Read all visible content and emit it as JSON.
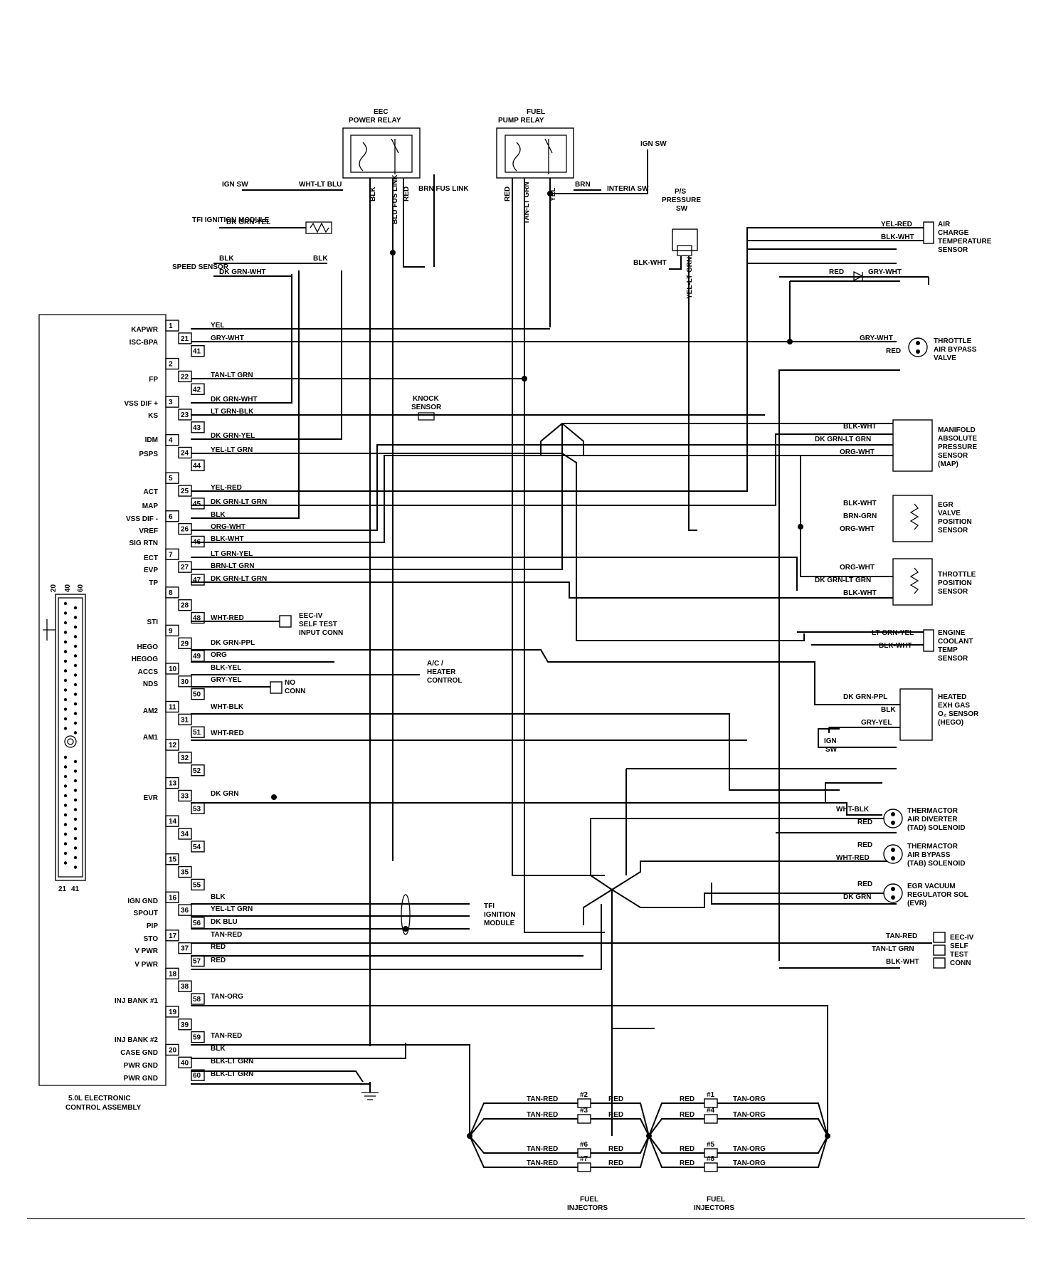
{
  "ecu": {
    "title_line1": "5.0L ELECTRONIC",
    "title_line2": "CONTROL ASSEMBLY",
    "signals": [
      "KAPWR",
      "ISC-BPA",
      "FP",
      "VSS DIF +",
      "KS",
      "IDM",
      "PSPS",
      "ACT",
      "MAP",
      "VSS DIF -",
      "VREF",
      "SIG RTN",
      "ECT",
      "EVP",
      "TP",
      "STI",
      "HEGO",
      "HEGOG",
      "ACCS",
      "NDS",
      "AM2",
      "AM1",
      "EVR",
      "IGN GND",
      "SPOUT",
      "PIP",
      "STO",
      "V PWR",
      "V PWR",
      "INJ BANK #1",
      "INJ BANK #2",
      "CASE GND",
      "PWR GND",
      "PWR GND"
    ],
    "pins_left": [
      "1",
      "2",
      "3",
      "4",
      "5",
      "6",
      "7",
      "8",
      "9",
      "10",
      "11",
      "12",
      "13",
      "14",
      "15",
      "16",
      "17",
      "18",
      "19",
      "20"
    ],
    "pins_mid": [
      "21",
      "22",
      "23",
      "24",
      "25",
      "26",
      "27",
      "28",
      "29",
      "30",
      "31",
      "32",
      "33",
      "34",
      "35",
      "36",
      "37",
      "38",
      "39",
      "40"
    ],
    "pins_right": [
      "41",
      "42",
      "43",
      "44",
      "45",
      "46",
      "47",
      "48",
      "49",
      "50",
      "51",
      "52",
      "53",
      "54",
      "55",
      "56",
      "57",
      "58",
      "59",
      "60"
    ]
  },
  "connector_face": {
    "top": [
      "20",
      "40",
      "60"
    ],
    "bottom": [
      "21",
      "41"
    ]
  },
  "wires": [
    "YEL",
    "GRY-WHT",
    "TAN-LT GRN",
    "DK GRN-WHT",
    "LT GRN-BLK",
    "DK GRN-YEL",
    "YEL-LT GRN",
    "YEL-RED",
    "DK GRN-LT GRN",
    "BLK",
    "ORG-WHT",
    "BLK-WHT",
    "LT GRN-YEL",
    "BRN-LT GRN",
    "DK GRN-LT GRN",
    "WHT-RED",
    "DK GRN-PPL",
    "ORG",
    "BLK-YEL",
    "GRY-YEL",
    "WHT-BLK",
    "WHT-RED",
    "DK GRN",
    "BLK",
    "YEL-LT GRN",
    "DK BLU",
    "TAN-RED",
    "RED",
    "RED",
    "TAN-ORG",
    "TAN-RED",
    "BLK",
    "BLK-LT GRN",
    "BLK-LT GRN"
  ],
  "top_wires": {
    "ign_sw": "IGN SW",
    "wht_lt_blu": "WHT-LT BLU",
    "blk": "BLK",
    "blu_fus_link": "BLU FUS LINK",
    "red": "RED",
    "brn_fus_link": "BRN FUS LINK",
    "pump_red": "RED",
    "tan_lt_grn": "TAN-LT GRN",
    "yel": "YEL",
    "brn": "BRN",
    "inertia_sw": "INTERIA SW",
    "ign_sw2": "IGN SW",
    "tfi_module": "TFI IGNITION MODULE",
    "dk_grn_yel": "DK GRN-YEL",
    "speed_sensor": "SPEED SENSOR",
    "speed_blk": "BLK",
    "speed_blk2": "BLK",
    "speed_dkgrnwht": "DK GRN-WHT",
    "ps_blk_wht": "BLK-WHT",
    "ps_yel_lt_grn": "YEL-LT GRN"
  },
  "relays": {
    "eec_line1": "EEC",
    "eec_line2": "POWER RELAY",
    "fuel_line1": "FUEL",
    "fuel_line2": "PUMP RELAY",
    "ps_line1": "P/S",
    "ps_line2": "PRESSURE",
    "ps_line3": "SW"
  },
  "knock": {
    "line1": "KNOCK",
    "line2": "SENSOR"
  },
  "self_test_input": {
    "line1": "EEC-IV",
    "line2": "SELF TEST",
    "line3": "INPUT CONN"
  },
  "ac_heater": {
    "line1": "A/C /",
    "line2": "HEATER",
    "line3": "CONTROL"
  },
  "no_conn": {
    "line1": "NO",
    "line2": "CONN"
  },
  "tfi_bottom": {
    "line1": "TFI",
    "line2": "IGNITION",
    "line3": "MODULE"
  },
  "components": {
    "act": {
      "w1": "YEL-RED",
      "w2": "BLK-WHT",
      "n1": "AIR",
      "n2": "CHARGE",
      "n3": "TEMPERATURE",
      "n4": "SENSOR"
    },
    "diode": {
      "w1": "RED",
      "w2": "GRY-WHT"
    },
    "tab": {
      "w1": "GRY-WHT",
      "w2": "RED",
      "n1": "THROTTLE",
      "n2": "AIR BYPASS",
      "n3": "VALVE"
    },
    "map": {
      "w1": "BLK-WHT",
      "w2": "DK GRN-LT GRN",
      "w3": "ORG-WHT",
      "n1": "MANIFOLD",
      "n2": "ABSOLUTE",
      "n3": "PRESSURE",
      "n4": "SENSOR",
      "n5": "(MAP)"
    },
    "egr": {
      "w1": "BLK-WHT",
      "w2": "BRN-GRN",
      "w3": "ORG-WHT",
      "n1": "EGR",
      "n2": "VALVE",
      "n3": "POSITION",
      "n4": "SENSOR"
    },
    "tps": {
      "w1": "ORG-WHT",
      "w2": "DK GRN-LT GRN",
      "w3": "BLK-WHT",
      "n1": "THROTTLE",
      "n2": "POSITION",
      "n3": "SENSOR"
    },
    "ect": {
      "w1": "LT GRN-YEL",
      "w2": "BLK-WHT",
      "n1": "ENGINE",
      "n2": "COOLANT",
      "n3": "TEMP",
      "n4": "SENSOR"
    },
    "hego": {
      "w1": "DK GRN-PPL",
      "w2": "BLK",
      "w3": "GRY-YEL",
      "n1": "HEATED",
      "n2": "EXH GAS",
      "n3": "O₂ SENSOR",
      "n4": "(HEGO)",
      "ign1": "IGN",
      "ign2": "SW"
    },
    "tad": {
      "w1": "WHT-BLK",
      "w2": "RED",
      "n1": "THERMACTOR",
      "n2": "AIR DIVERTER",
      "n3": "(TAD) SOLENOID"
    },
    "tab_sol": {
      "w1": "RED",
      "w2": "WHT-RED",
      "n1": "THERMACTOR",
      "n2": "AIR BYPASS",
      "n3": "(TAB) SOLENOID"
    },
    "evr": {
      "w1": "RED",
      "w2": "DK GRN",
      "n1": "EGR VACUUM",
      "n2": "REGULATOR SOL",
      "n3": "(EVR)"
    },
    "self_test": {
      "w1": "TAN-RED",
      "w2": "TAN-LT GRN",
      "w3": "BLK-WHT",
      "n1": "EEC-IV",
      "n2": "SELF",
      "n3": "TEST",
      "n4": "CONN"
    }
  },
  "injectors": {
    "left_label1": "FUEL",
    "left_label2": "INJECTORS",
    "right_label1": "FUEL",
    "right_label2": "INJECTORS",
    "left": [
      {
        "num": "#2",
        "w1": "TAN-RED",
        "w2": "RED"
      },
      {
        "num": "#3",
        "w1": "TAN-RED",
        "w2": "RED"
      },
      {
        "num": "#6",
        "w1": "TAN-RED",
        "w2": "RED"
      },
      {
        "num": "#7",
        "w1": "TAN-RED",
        "w2": "RED"
      }
    ],
    "right": [
      {
        "num": "#1",
        "w1": "RED",
        "w2": "TAN-ORG"
      },
      {
        "num": "#4",
        "w1": "RED",
        "w2": "TAN-ORG"
      },
      {
        "num": "#5",
        "w1": "RED",
        "w2": "TAN-ORG"
      },
      {
        "num": "#8",
        "w1": "RED",
        "w2": "TAN-ORG"
      }
    ]
  }
}
